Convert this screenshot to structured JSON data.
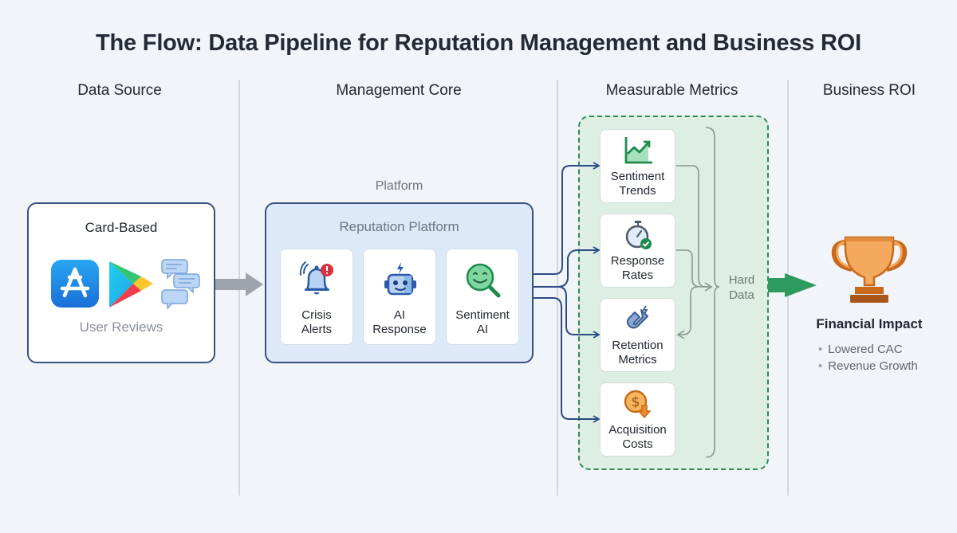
{
  "title": "The Flow: Data Pipeline for Reputation Management and Business ROI",
  "columns": [
    {
      "label": "Data Source"
    },
    {
      "label": "Management Core"
    },
    {
      "label": "Measurable Metrics"
    },
    {
      "label": "Business ROI"
    }
  ],
  "data_source": {
    "title": "Card-Based",
    "subtitle": "User Reviews",
    "icons": [
      "app-store-icon",
      "google-play-icon",
      "chat-bubbles-icon"
    ]
  },
  "platform": {
    "label": "Platform",
    "title": "Reputation Platform",
    "modules": [
      {
        "label_line1": "Crisis",
        "label_line2": "Alerts",
        "icon": "bell-alert-icon"
      },
      {
        "label_line1": "AI",
        "label_line2": "Response",
        "icon": "robot-icon"
      },
      {
        "label_line1": "Sentiment",
        "label_line2": "AI",
        "icon": "smiley-search-icon"
      }
    ]
  },
  "metrics": {
    "items": [
      {
        "label_line1": "Sentiment",
        "label_line2": "Trends",
        "icon": "trend-chart-icon"
      },
      {
        "label_line1": "Response",
        "label_line2": "Rates",
        "icon": "stopwatch-check-icon"
      },
      {
        "label_line1": "Retention",
        "label_line2": "Metrics",
        "icon": "magnet-icon"
      },
      {
        "label_line1": "Acquisition",
        "label_line2": "Costs",
        "icon": "dollar-down-icon"
      }
    ],
    "summary_line1": "Hard",
    "summary_line2": "Data"
  },
  "roi": {
    "title": "Financial Impact",
    "bullets": [
      "Lowered CAC",
      "Revenue Growth"
    ],
    "icon": "trophy-icon"
  },
  "colors": {
    "navy": "#3a5180",
    "green": "#2f9a5e",
    "gray_arrow": "#9ea4ac",
    "connector_gray": "#8c9691"
  }
}
